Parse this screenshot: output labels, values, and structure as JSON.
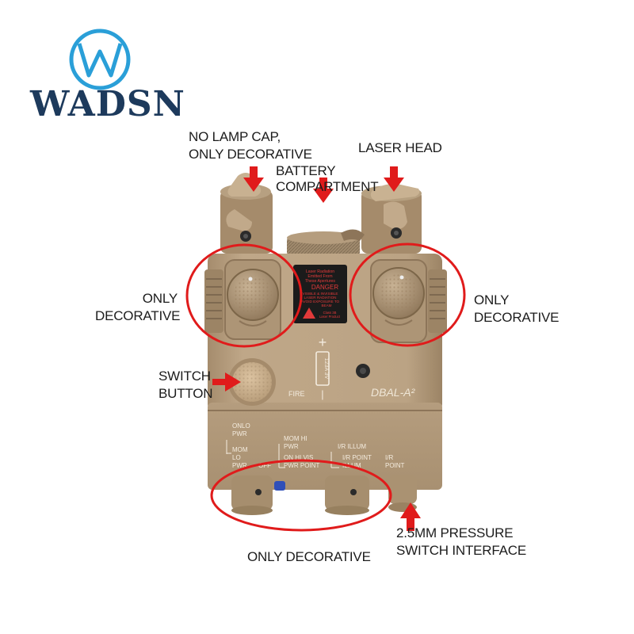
{
  "brand": {
    "name": "WADSN",
    "color": "#1d3a5c",
    "accent": "#2a9fd8"
  },
  "callouts": {
    "lamp_cap": [
      "NO LAMP CAP,",
      "ONLY DECORATIVE"
    ],
    "laser_head": [
      "LASER HEAD"
    ],
    "battery": [
      "BATTERY",
      "COMPARTMENT"
    ],
    "only_decorative_left": [
      "ONLY",
      "DECORATIVE"
    ],
    "only_decorative_right": [
      "ONLY",
      "DECORATIVE"
    ],
    "switch_button": [
      "SWITCH",
      "BUTTON"
    ],
    "pressure_switch": [
      "2.5MM PRESSURE",
      "SWITCH INTERFACE"
    ],
    "only_decorative_bottom": [
      "ONLY DECORATIVE"
    ]
  },
  "device": {
    "model": "DBAL-A²",
    "fire_label": "FIRE",
    "battery_label": "123A 3V",
    "plus": "+",
    "minus": "|",
    "warning": {
      "line1": "Laser Radiation",
      "line2": "Emitted From",
      "line3": "These Apertures",
      "danger": "DANGER",
      "line4": "VISIBLE & INVISIBLE",
      "line5": "LASER RADIATION",
      "line6": "AVOID EXPOSURE TO",
      "line7": "BEAM",
      "line8": "Class 3B",
      "line9": "Laser Product"
    },
    "modes": {
      "onlo_pwr": [
        "ONLO",
        "PWR"
      ],
      "mom_lo_pwr": [
        "MOM",
        "LO",
        "PWR"
      ],
      "off": "OFF",
      "mom_hi_pwr": [
        "MOM HI",
        "PWR"
      ],
      "on_hi_vis": [
        "ON HI VIS",
        "PWR POINT"
      ],
      "ir_illum": "I/R ILLUM",
      "ir_point_illum": [
        "I/R POINT",
        "ILLUM"
      ],
      "ir_point": [
        "I/R",
        "POINT"
      ]
    }
  },
  "colors": {
    "tan": "#b9a183",
    "tan_dark": "#8d7559",
    "circle": "#e01b1b",
    "arrow": "#e01b1b"
  }
}
